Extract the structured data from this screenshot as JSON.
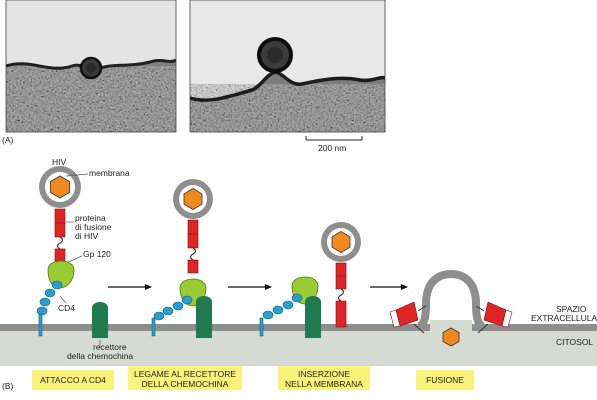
{
  "panel_a": {
    "label": "(A)",
    "scale_bar": "200 nm"
  },
  "panel_b": {
    "label": "(B)",
    "hiv": "HIV",
    "membrane": "membrana",
    "fusion_protein": [
      "proteina",
      "di fusione",
      "di HIV"
    ],
    "gp120": "Gp 120",
    "cd4": "CD4",
    "chemokine_receptor": [
      "recettore",
      "della chemochina"
    ],
    "extracellular": [
      "SPAZIO",
      "EXTRACELLULARE"
    ],
    "cytosol": "CITOSOL",
    "steps": [
      [
        "ATTACCO A CD4"
      ],
      [
        "LEGAME AL RECETTORE",
        "DELLA CHEMOCHINA"
      ],
      [
        "INSERZIONE",
        "NELLA MEMBRANA"
      ],
      [
        "FUSIONE"
      ]
    ]
  },
  "colors": {
    "membrane_grey": "#8e8e8e",
    "cytosol": "#d5dbd2",
    "capsid_orange": "#f08a1e",
    "fusion_red": "#e02424",
    "gp120_green": "#99cc33",
    "cd4_blue": "#2a9fc9",
    "receptor_green": "#1f7a4f",
    "label_yellow": "#fbf27a"
  }
}
